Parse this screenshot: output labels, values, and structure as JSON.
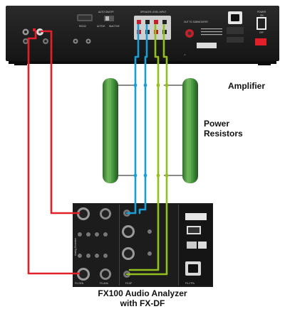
{
  "labels": {
    "amplifier": "Amplifier",
    "resistors_line1": "Power",
    "resistors_line2": "Resistors",
    "analyzer_line1": "FX100 Audio Analyzer",
    "analyzer_line2": "with FX-DF"
  },
  "amp_panel": {
    "rs232": "RS232",
    "auto_on_off": "AUTO ON/OFF",
    "active": "ACTIVE",
    "inactive": "INACTIVE",
    "speaker_level_input": "SPEAKER LEVEL INPUT",
    "out_subwoofer": "OUT TO SUBWOOFER",
    "power": "POWER",
    "on": "ON",
    "off": "OFF"
  },
  "analyzer_panel": {
    "analog_generator": "Analog Generator",
    "fx_gen": "FX-GEN",
    "fx_ana": "FX-ANA",
    "fx_df": "FX-DF",
    "fx_ctrl": "FX-CTRL"
  },
  "colors": {
    "red": "#e3202a",
    "blue": "#1a9ed8",
    "green": "#93c01f",
    "resistor": "#3f8f3a",
    "chassis": "#1c1c1c"
  }
}
